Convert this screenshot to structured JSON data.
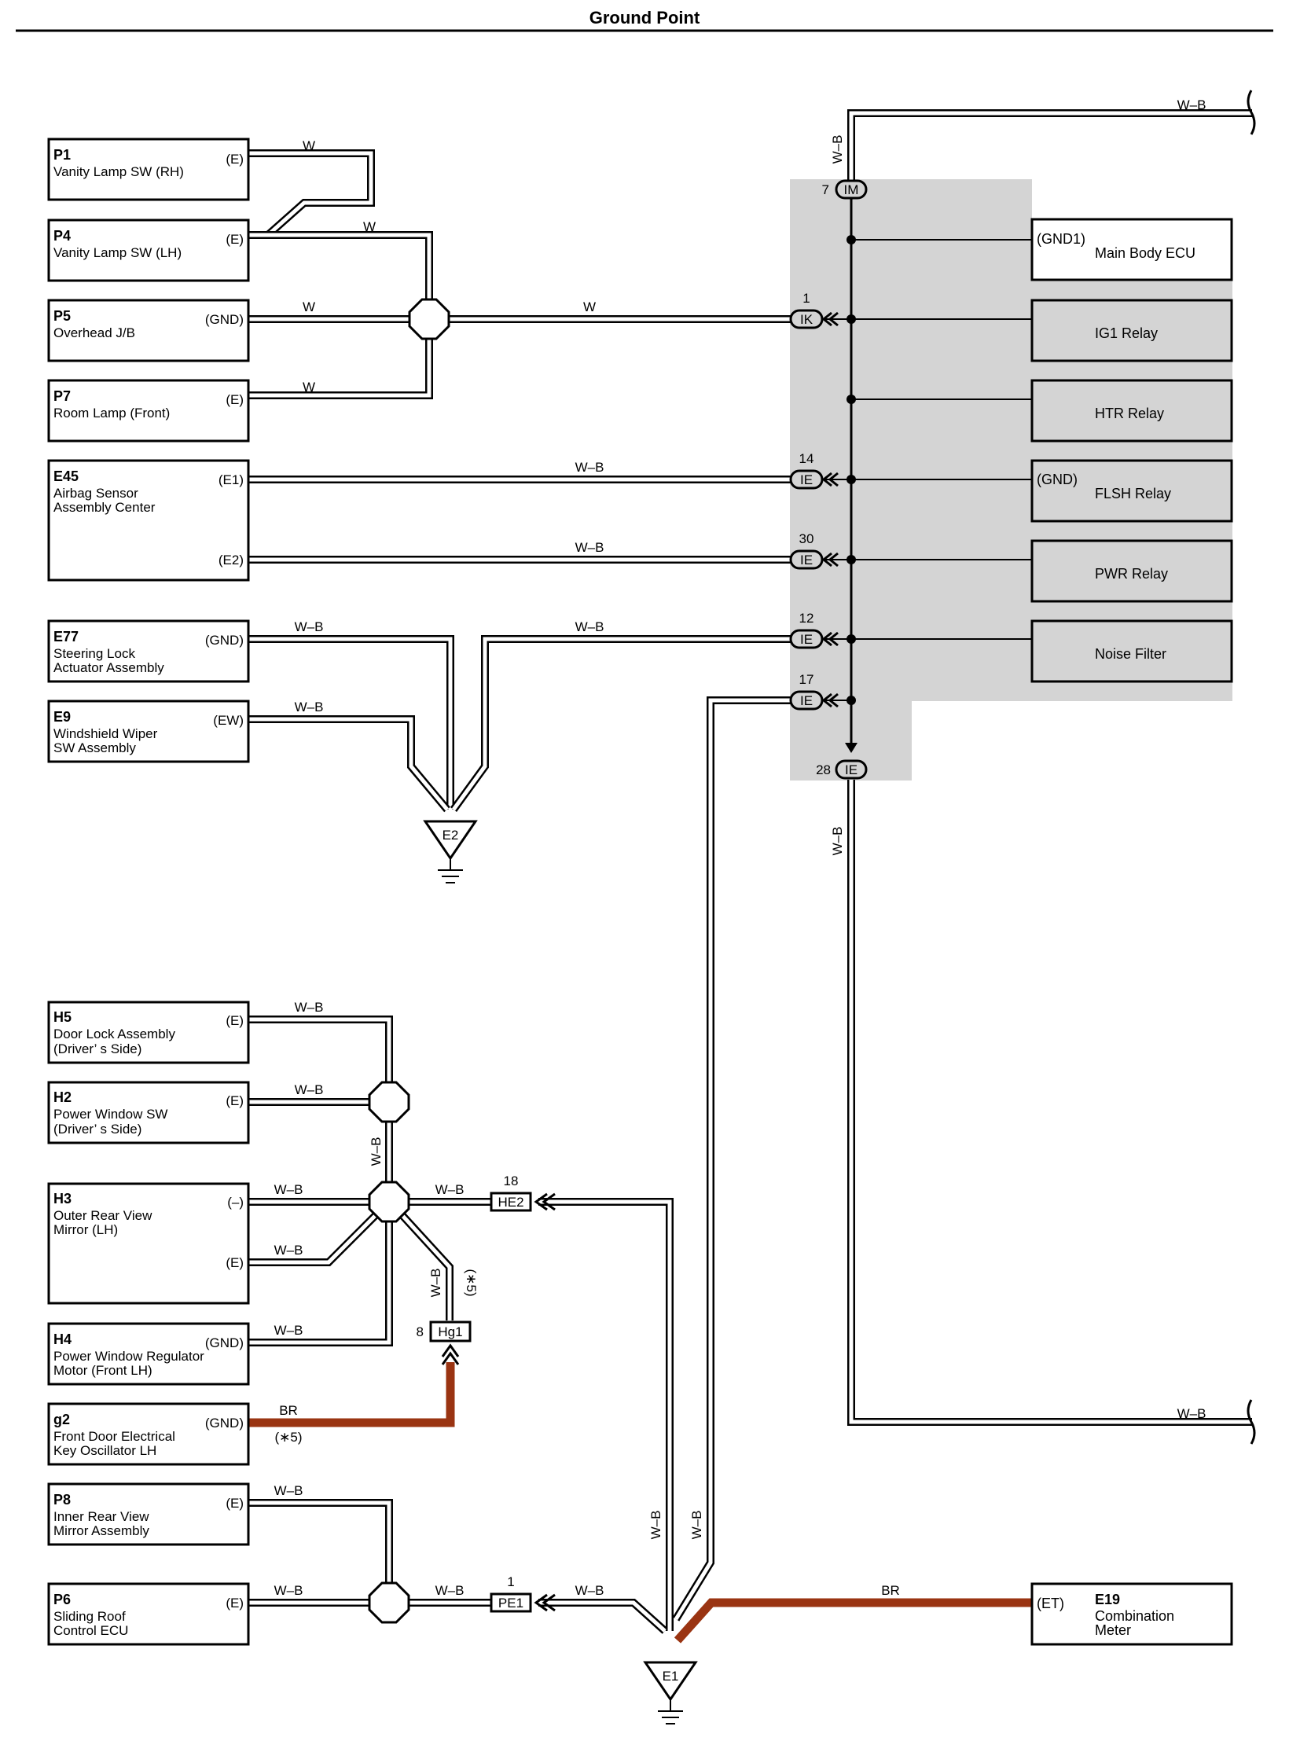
{
  "title": "Ground Point",
  "colors": {
    "wire": "#000000",
    "harness_fill": "#ffffff",
    "brown_wire": "#9a3412",
    "shade": "#d4d4d4",
    "relay_fill": "#d4d4d4"
  },
  "components": [
    {
      "code": "P1",
      "name_lines": [
        "Vanity Lamp SW (RH)"
      ],
      "pins": [
        "(E)"
      ]
    },
    {
      "code": "P4",
      "name_lines": [
        "Vanity Lamp SW (LH)"
      ],
      "pins": [
        "(E)"
      ]
    },
    {
      "code": "P5",
      "name_lines": [
        "Overhead J/B"
      ],
      "pins": [
        "(GND)"
      ]
    },
    {
      "code": "P7",
      "name_lines": [
        "Room Lamp (Front)"
      ],
      "pins": [
        "(E)"
      ]
    },
    {
      "code": "E45",
      "name_lines": [
        "Airbag Sensor",
        "Assembly Center"
      ],
      "pins": [
        "(E1)",
        "(E2)"
      ]
    },
    {
      "code": "E77",
      "name_lines": [
        "Steering Lock",
        "Actuator Assembly"
      ],
      "pins": [
        "(GND)"
      ]
    },
    {
      "code": "E9",
      "name_lines": [
        "Windshield Wiper",
        "SW Assembly"
      ],
      "pins": [
        "(EW)"
      ]
    },
    {
      "code": "H5",
      "name_lines": [
        "Door Lock Assembly",
        "(Driver’ s Side)"
      ],
      "pins": [
        "(E)"
      ]
    },
    {
      "code": "H2",
      "name_lines": [
        "Power Window SW",
        "(Driver’ s Side)"
      ],
      "pins": [
        "(E)"
      ]
    },
    {
      "code": "H3",
      "name_lines": [
        "Outer Rear View",
        "Mirror (LH)"
      ],
      "pins": [
        "(–)",
        "(E)"
      ]
    },
    {
      "code": "H4",
      "name_lines": [
        "Power Window Regulator",
        "Motor (Front LH)"
      ],
      "pins": [
        "(GND)"
      ]
    },
    {
      "code": "g2",
      "name_lines": [
        "Front Door Electrical",
        "Key Oscillator LH"
      ],
      "pins": [
        "(GND)"
      ]
    },
    {
      "code": "P8",
      "name_lines": [
        "Inner Rear View",
        "Mirror Assembly"
      ],
      "pins": [
        "(E)"
      ]
    },
    {
      "code": "P6",
      "name_lines": [
        "Sliding Roof",
        "Control ECU"
      ],
      "pins": [
        "(E)"
      ]
    }
  ],
  "right_boxes": [
    {
      "name": "Main Body ECU",
      "pin": "(GND1)"
    },
    {
      "name": "IG1 Relay",
      "pin": ""
    },
    {
      "name": "HTR Relay",
      "pin": ""
    },
    {
      "name": "FLSH Relay",
      "pin": "(GND)"
    },
    {
      "name": "PWR Relay",
      "pin": ""
    },
    {
      "name": "Noise Filter",
      "pin": ""
    },
    {
      "name": "Combination\nMeter",
      "code": "E19",
      "pin": "(ET)"
    }
  ],
  "connectors": [
    {
      "num": "7",
      "label": "IM"
    },
    {
      "num": "1",
      "label": "IK"
    },
    {
      "num": "14",
      "label": "IE"
    },
    {
      "num": "30",
      "label": "IE"
    },
    {
      "num": "12",
      "label": "IE"
    },
    {
      "num": "17",
      "label": "IE"
    },
    {
      "num": "28",
      "label": "IE"
    },
    {
      "num": "18",
      "label": "HE2"
    },
    {
      "num": "8",
      "label": "Hg1"
    },
    {
      "num": "1",
      "label": "PE1"
    }
  ],
  "grounds": [
    "E2",
    "E1"
  ],
  "wire_labels": {
    "w": "W",
    "wb": "W–B",
    "br": "BR",
    "note5": "(∗5)"
  }
}
